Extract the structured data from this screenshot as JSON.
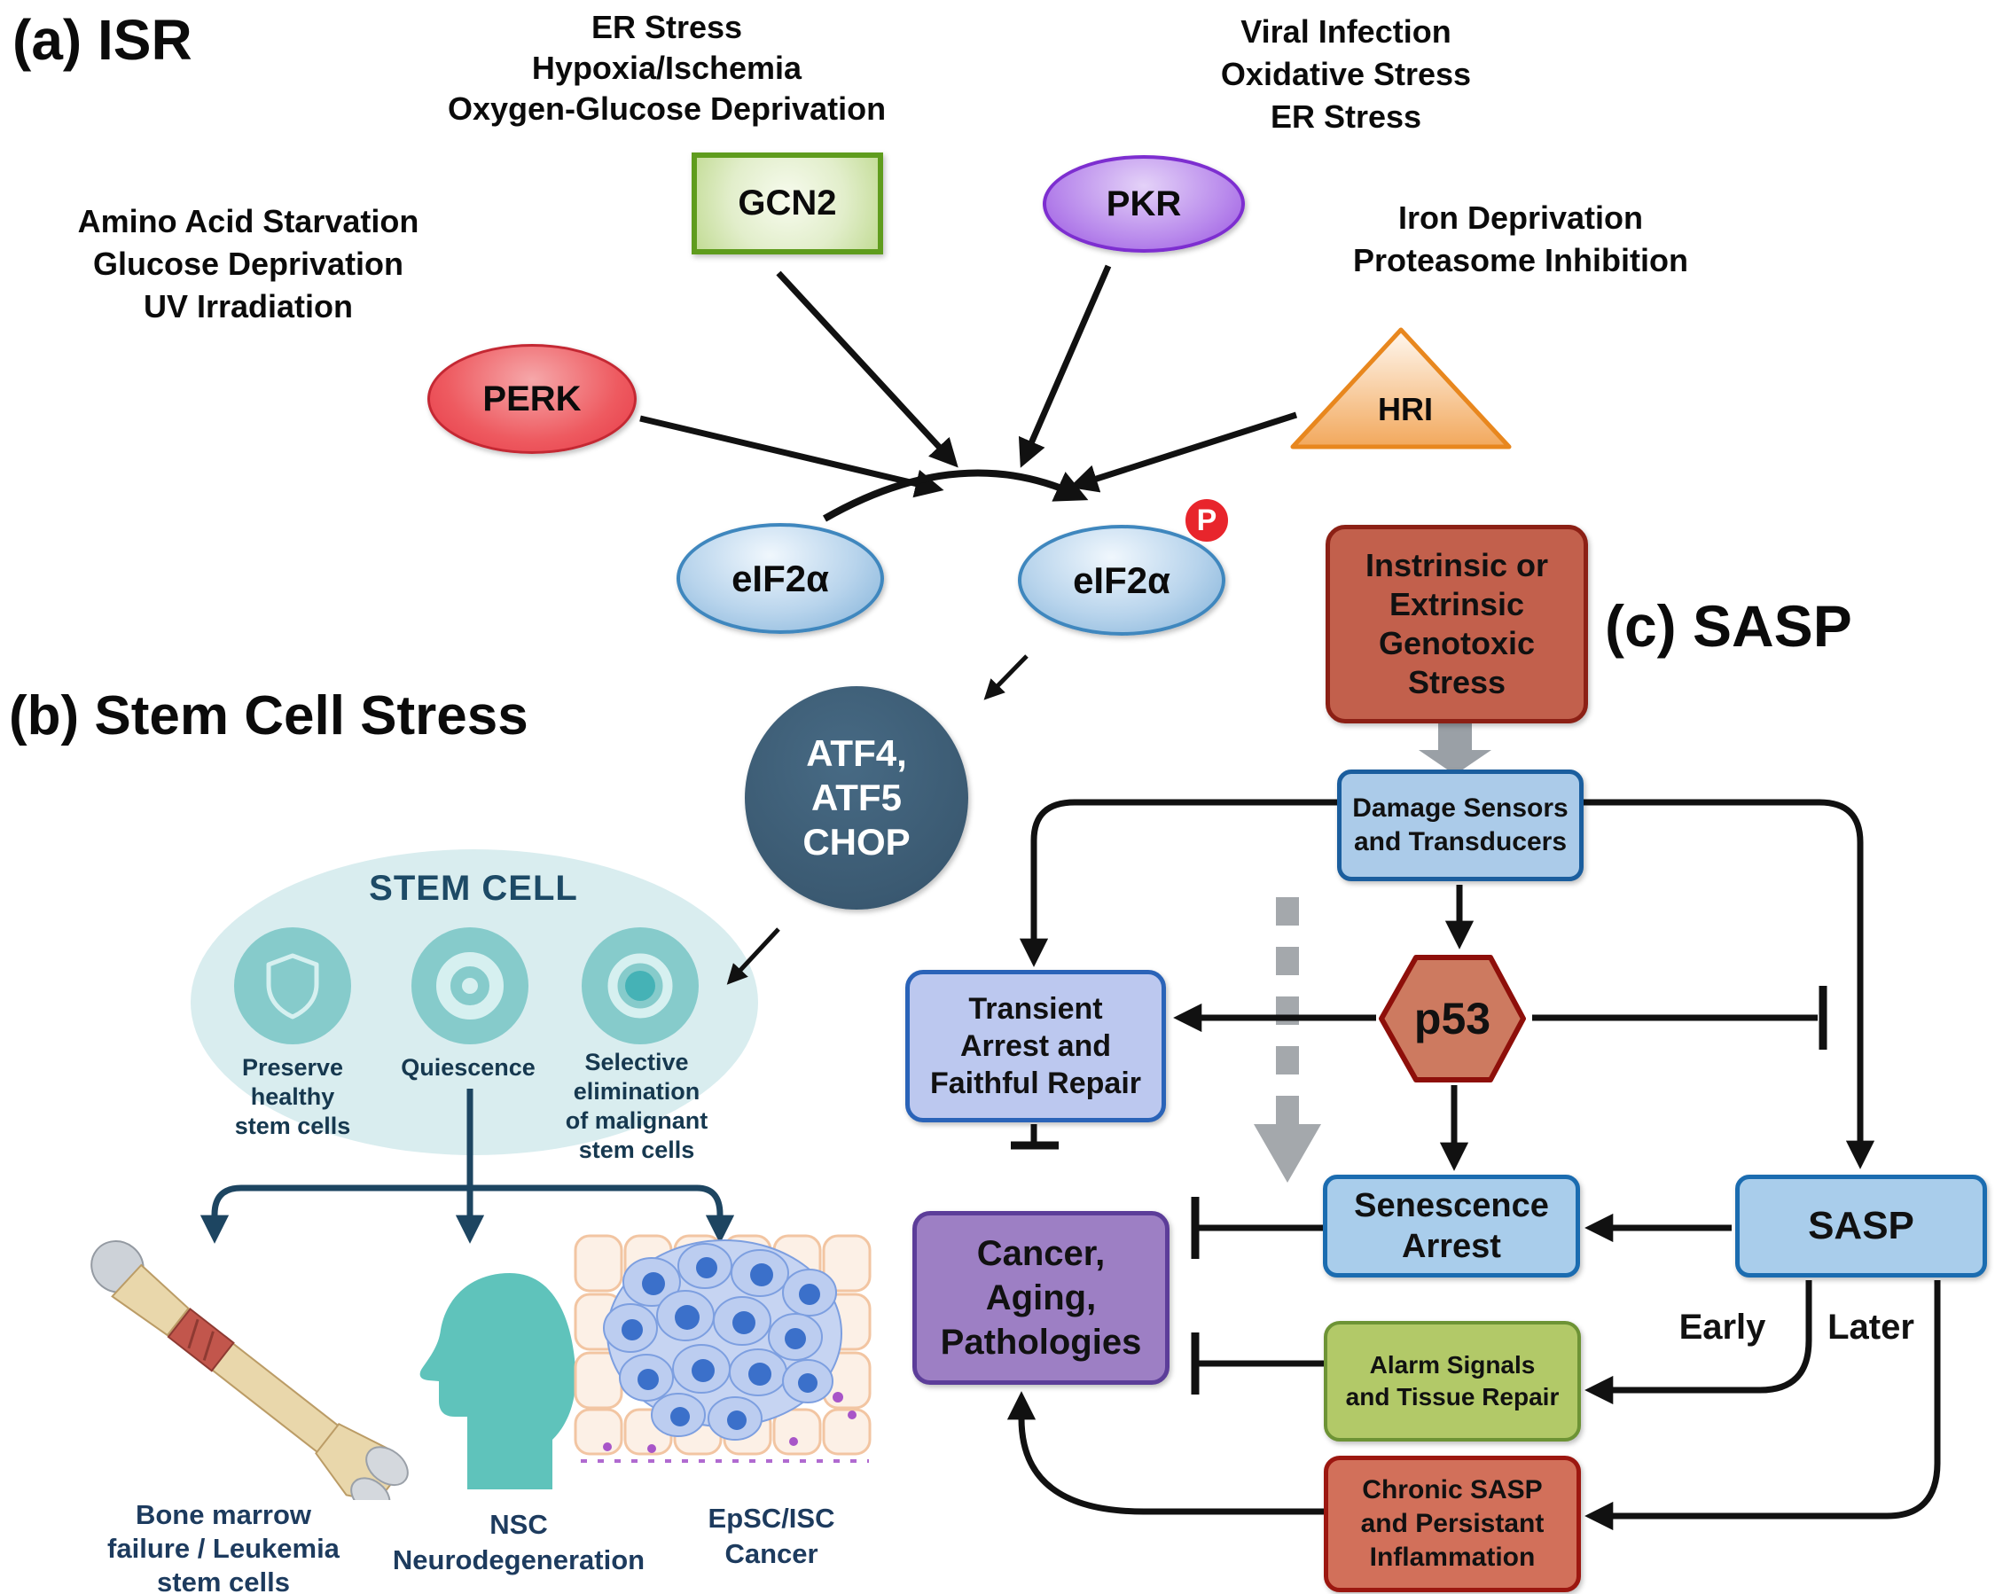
{
  "panel_a": {
    "title": "(a) ISR",
    "stressors_er": "ER Stress\nHypoxia/Ischemia\nOxygen-Glucose Deprivation",
    "stressors_viral": "Viral Infection\nOxidative Stress\nER Stress",
    "stressors_amino": "Amino Acid Starvation\nGlucose Deprivation\nUV Irradiation",
    "stressors_iron": "Iron Deprivation\nProteasome Inhibition",
    "kinases": {
      "gcn2": "GCN2",
      "pkr": "PKR",
      "perk": "PERK",
      "hri": "HRI"
    },
    "eif2a": "eIF2α",
    "eif2a_phospho": "eIF2α",
    "phospho_badge": "P",
    "effectors": "ATF4,\nATF5\nCHOP"
  },
  "panel_b": {
    "title": "(b) Stem Cell Stress",
    "stem_cell_label": "STEM CELL",
    "outcome_preserve": "Preserve\nhealthy\nstem cells",
    "outcome_quiescence": "Quiescence",
    "outcome_selective": "Selective\nelimination\nof malignant\nstem cells",
    "result_bone": "Bone marrow\nfailure / Leukemia\nstem cells",
    "result_nsc": "NSC\nNeurodegeneration",
    "result_epsc": "EpSC/ISC\nCancer"
  },
  "panel_c": {
    "title": "(c) SASP",
    "genotoxic_stress": "Instrinsic or\nExtrinsic\nGenotoxic\nStress",
    "damage_sensors": "Damage Sensors\nand Transducers",
    "p53": "p53",
    "transient_arrest": "Transient\nArrest and\nFaithful Repair",
    "senescence_arrest": "Senescence\nArrest",
    "sasp": "SASP",
    "cancer_aging": "Cancer,\nAging,\nPathologies",
    "alarm_signals": "Alarm Signals\nand Tissue Repair",
    "chronic_sasp": "Chronic SASP\nand Persistant\nInflammation",
    "early_label": "Early",
    "later_label": "Later"
  },
  "colors": {
    "gcn2_border": "#5f9c1d",
    "pkr_border": "#7d2ed0",
    "perk_border": "#c42833",
    "hri_border": "#e8871e",
    "eif2a_border": "#3f87be",
    "phospho_red": "#e8252c",
    "effector_circle": "#3b5a72",
    "stem_ellipse": "#d9edef",
    "stem_icon_teal": "#86cbcb",
    "blue_box_fill": "#a9cdeb",
    "blue_box_border": "#1b6cb0",
    "transient_fill": "#bcc8ef",
    "p53_fill": "#cd7a60",
    "p53_border": "#8e0f0a",
    "genotoxic_fill": "#c2604c",
    "cancer_fill": "#9d7fc4",
    "alarm_fill": "#b2c968",
    "chronic_fill": "#d2705a",
    "grey_arrow": "#9aa0a6",
    "navy_line": "#1d4561"
  }
}
